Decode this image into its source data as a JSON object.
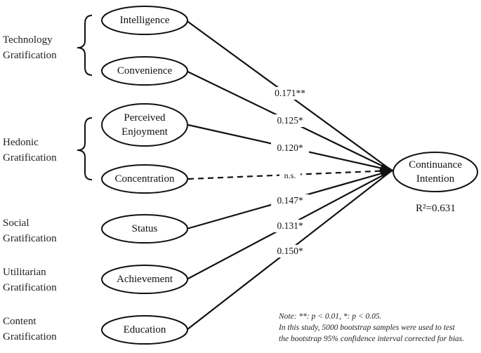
{
  "groups": [
    {
      "id": "technology",
      "label": "Technology\nGratification"
    },
    {
      "id": "hedonic",
      "label": "Hedonic\nGratification"
    },
    {
      "id": "social",
      "label": "Social\nGratification"
    },
    {
      "id": "utilitarian",
      "label": "Utilitarian\nGratification"
    },
    {
      "id": "content",
      "label": "Content\nGratification"
    }
  ],
  "constructs": [
    {
      "id": "intelligence",
      "label": "Intelligence",
      "group": "technology"
    },
    {
      "id": "convenience",
      "label": "Convenience",
      "group": "technology"
    },
    {
      "id": "perceived-enjoyment",
      "label": "Perceived\nEnjoyment",
      "group": "hedonic"
    },
    {
      "id": "concentration",
      "label": "Concentration",
      "group": "hedonic"
    },
    {
      "id": "status",
      "label": "Status",
      "group": "social"
    },
    {
      "id": "achievement",
      "label": "Achievement",
      "group": "utilitarian"
    },
    {
      "id": "education",
      "label": "Education",
      "group": "content"
    }
  ],
  "outcome": {
    "label": "Continuance\nIntention",
    "r_squared": "R²=0.631"
  },
  "paths": [
    {
      "from": "intelligence",
      "coef": "0.171**",
      "significant": true
    },
    {
      "from": "convenience",
      "coef": "0.125*",
      "significant": true
    },
    {
      "from": "perceived-enjoyment",
      "coef": "0.120*",
      "significant": true
    },
    {
      "from": "concentration",
      "coef": "n.s.",
      "significant": false
    },
    {
      "from": "status",
      "coef": "0.147*",
      "significant": true
    },
    {
      "from": "achievement",
      "coef": "0.131*",
      "significant": true
    },
    {
      "from": "education",
      "coef": "0.150*",
      "significant": true
    }
  ],
  "note": {
    "line1": "Note: **: p < 0.01, *: p < 0.05.",
    "line2": "In this study, 5000 bootstrap samples were used to test",
    "line3": "the bootstrap 95% confidence interval corrected for bias."
  }
}
